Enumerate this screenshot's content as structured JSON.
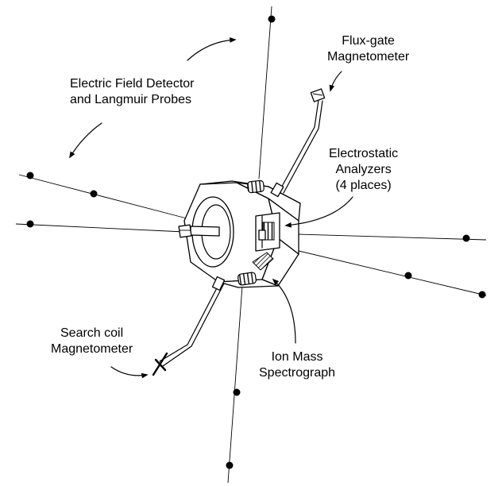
{
  "labels": {
    "efd_line1": "Electric Field Detector",
    "efd_line2": "and Langmuir Probes",
    "flux_line1": "Flux-gate",
    "flux_line2": "Magnetometer",
    "esa_line1": "Electrostatic",
    "esa_line2": "Analyzers",
    "esa_line3": "(4 places)",
    "search_line1": "Search coil",
    "search_line2": "Magnetometer",
    "ims_line1": "Ion Mass",
    "ims_line2": "Spectrograph"
  }
}
